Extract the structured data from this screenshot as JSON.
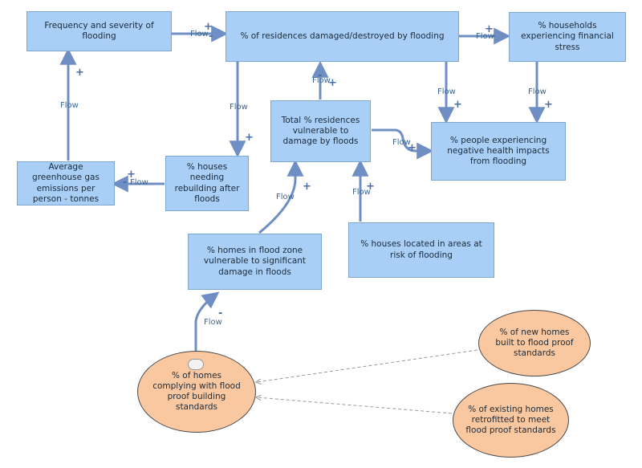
{
  "nodes": {
    "freq_severity": "Frequency and severity of flooding",
    "residences_damaged": "% of residences damaged/destroyed by flooding",
    "households_stress": "% households experiencing financial stress",
    "greenhouse": "Average greenhouse gas emissions per person - tonnes",
    "houses_rebuilding": "% houses needing rebuilding after floods",
    "total_vulnerable": "Total % residences vulnerable to damage by floods",
    "health_impacts": "% people experiencing negative health impacts from flooding",
    "homes_flood_zone": "% homes in flood zone vulnerable to significant damage in floods",
    "houses_risk_areas": "% houses located in areas at risk of flooding",
    "homes_complying": "% of homes complying with flood proof building standards",
    "new_homes": "% of new homes built to flood proof standards",
    "existing_homes": "% of existing homes retrofitted to meet flood proof standards"
  },
  "flow_label": "Flow",
  "signs": {
    "plus": "+",
    "minus": "-"
  },
  "colors": {
    "stock_fill": "#a9cff6",
    "converter_fill": "#f9c8a0",
    "flow_line": "#6f8fc4",
    "connector_line": "#9a9a9a"
  }
}
